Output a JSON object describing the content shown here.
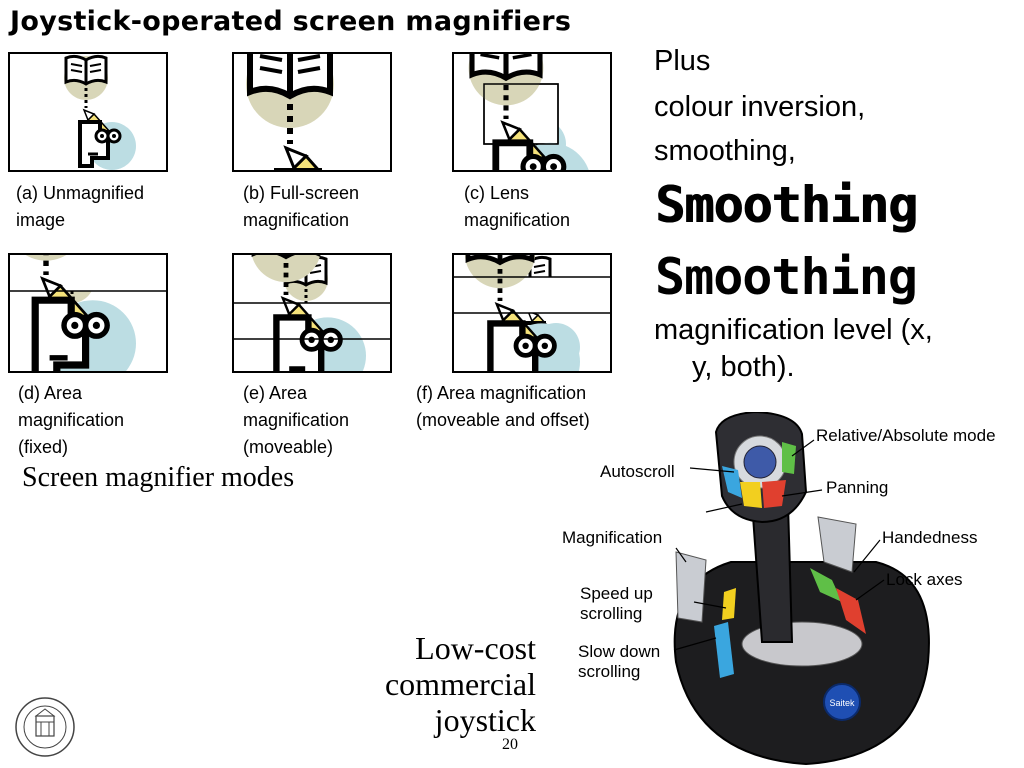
{
  "title": "Joystick-operated screen magnifiers",
  "panels": [
    {
      "caption": "(a) Unmagnified\nimage"
    },
    {
      "caption": "(b) Full-screen\nmagnification"
    },
    {
      "caption": "(c) Lens\nmagnification"
    },
    {
      "caption": "(d) Area\nmagnification\n(fixed)"
    },
    {
      "caption": "(e) Area\nmagnification\n(moveable)"
    },
    {
      "caption": "(f) Area magnification\n(moveable and offset)"
    }
  ],
  "modes_label": "Screen magnifier modes",
  "features": {
    "plus": "Plus",
    "inversion": "colour inversion,",
    "smoothing": "smoothing,",
    "smoothing_sample_jagged": "Smoothing",
    "smoothing_sample_smooth": "Smoothing",
    "magnification_level_1": "magnification level (x,",
    "magnification_level_2": "y, both)."
  },
  "joystick": {
    "caption": "Low-cost\ncommercial\njoystick",
    "brand": "Saitek",
    "labels": {
      "relative_absolute": "Relative/Absolute mode",
      "autoscroll": "Autoscroll",
      "panning": "Panning",
      "magnification": "Magnification",
      "handedness": "Handedness",
      "lock_axes": "Lock axes",
      "speed_up": "Speed up\nscrolling",
      "slow_down": "Slow down\nscrolling"
    }
  },
  "page_number": "20",
  "colors": {
    "circle_beige": "#d8d6b8",
    "circle_blue": "#bcdde3",
    "pencil_yellow": "#f5e27a",
    "red": "#e0402f",
    "green": "#5fbf47",
    "yellow": "#f2cf1f",
    "blue": "#3aa6df"
  }
}
